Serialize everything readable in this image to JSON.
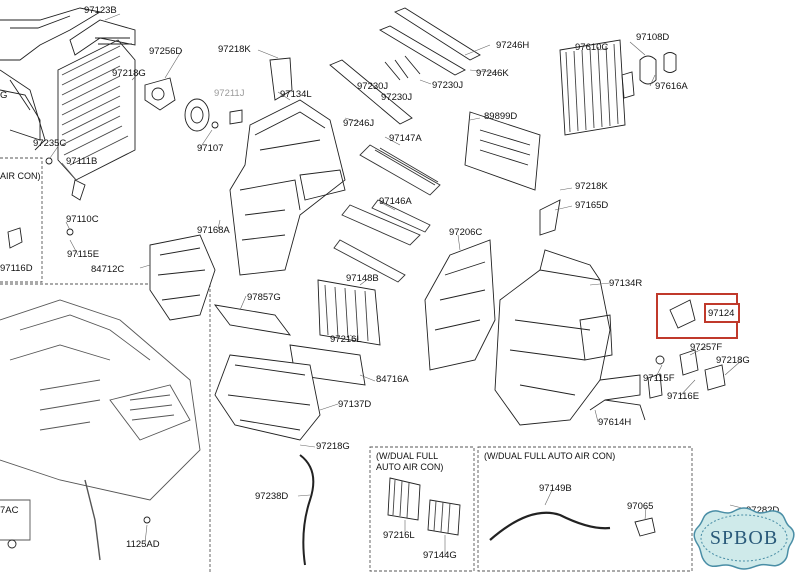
{
  "diagram": {
    "part_labels": [
      {
        "id": "97123B",
        "text": "97123B"
      },
      {
        "id": "97256D",
        "text": "97256D"
      },
      {
        "id": "97218K_top",
        "text": "97218K"
      },
      {
        "id": "97246H",
        "text": "97246H"
      },
      {
        "id": "97610C",
        "text": "97610C"
      },
      {
        "id": "97108D",
        "text": "97108D"
      },
      {
        "id": "97218G_top",
        "text": "97218G"
      },
      {
        "id": "97211J",
        "text": "97211J"
      },
      {
        "id": "97134L",
        "text": "97134L"
      },
      {
        "id": "97230J_a",
        "text": "97230J"
      },
      {
        "id": "97246K",
        "text": "97246K"
      },
      {
        "id": "97230J_b",
        "text": "97230J"
      },
      {
        "id": "97230J_c",
        "text": "97230J"
      },
      {
        "id": "97616A",
        "text": "97616A"
      },
      {
        "id": "97246J",
        "text": "97246J"
      },
      {
        "id": "89899D",
        "text": "89899D"
      },
      {
        "id": "97235C",
        "text": "97235C"
      },
      {
        "id": "97107",
        "text": "97107"
      },
      {
        "id": "97147A",
        "text": "97147A"
      },
      {
        "id": "97111B",
        "text": "97111B"
      },
      {
        "id": "97218K_mid",
        "text": "97218K"
      },
      {
        "id": "97165D",
        "text": "97165D"
      },
      {
        "id": "97146A",
        "text": "97146A"
      },
      {
        "id": "97110C",
        "text": "97110C"
      },
      {
        "id": "97168A",
        "text": "97168A"
      },
      {
        "id": "97206C",
        "text": "97206C"
      },
      {
        "id": "97115E",
        "text": "97115E"
      },
      {
        "id": "84712C",
        "text": "84712C"
      },
      {
        "id": "97116D",
        "text": "97116D"
      },
      {
        "id": "97148B",
        "text": "97148B"
      },
      {
        "id": "97134R",
        "text": "97134R"
      },
      {
        "id": "97857G",
        "text": "97857G"
      },
      {
        "id": "97216L_top",
        "text": "97216L"
      },
      {
        "id": "97257F",
        "text": "97257F"
      },
      {
        "id": "97218G_right",
        "text": "97218G"
      },
      {
        "id": "84716A",
        "text": "84716A"
      },
      {
        "id": "97115F",
        "text": "97115F"
      },
      {
        "id": "97116E",
        "text": "97116E"
      },
      {
        "id": "97137D",
        "text": "97137D"
      },
      {
        "id": "97614H",
        "text": "97614H"
      },
      {
        "id": "97218G_bottom",
        "text": "97218G"
      },
      {
        "id": "97238D",
        "text": "97238D"
      },
      {
        "id": "97149B",
        "text": "97149B"
      },
      {
        "id": "97065",
        "text": "97065"
      },
      {
        "id": "97282D",
        "text": "97282D"
      },
      {
        "id": "97216L_bottom",
        "text": "97216L"
      },
      {
        "id": "97144G",
        "text": "97144G"
      },
      {
        "id": "1125AD",
        "text": "1125AD"
      },
      {
        "id": "7AC",
        "text": "7AC"
      },
      {
        "id": "G",
        "text": "G"
      }
    ],
    "notes": {
      "air_con": "AIR CON)",
      "dual_full_auto_left": "(W/DUAL FULL\nAUTO AIR CON)",
      "dual_full_auto_right": "(W/DUAL FULL AUTO AIR CON)"
    },
    "highlight": {
      "label": "97124",
      "color": "#c0392b"
    },
    "watermark": {
      "text": "SPBOB"
    }
  }
}
